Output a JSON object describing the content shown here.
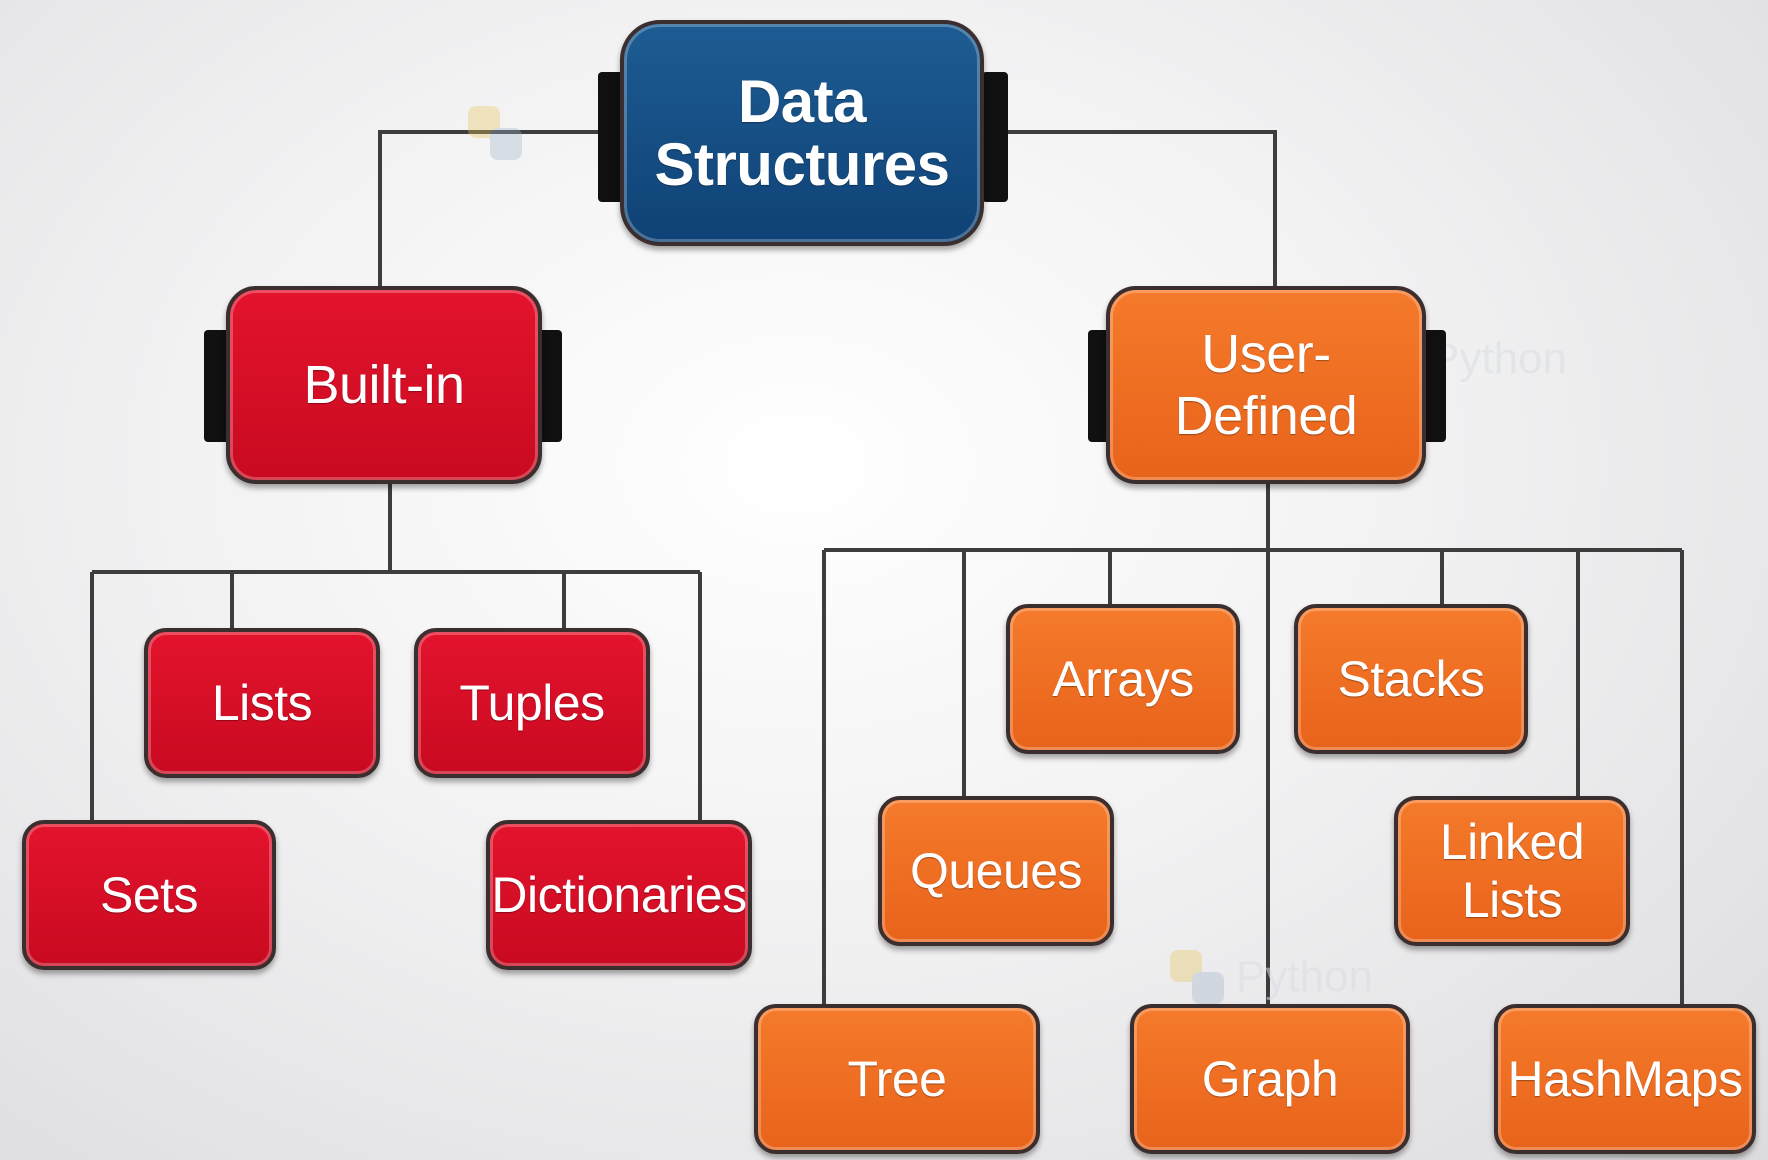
{
  "root": {
    "line1": "Data",
    "line2": "Structures"
  },
  "builtin": {
    "label": "Built-in",
    "items": [
      "Lists",
      "Tuples",
      "Sets",
      "Dictionaries"
    ]
  },
  "userdefined": {
    "label": "User-Defined",
    "items": [
      "Arrays",
      "Stacks",
      "Queues",
      "Linked Lists",
      "Tree",
      "Graph",
      "HashMaps"
    ]
  },
  "colors": {
    "root": "#12487d",
    "builtin": "#d90f27",
    "userdefined": "#f06f22",
    "connector": "#3d3d3d"
  },
  "watermark": "Python"
}
